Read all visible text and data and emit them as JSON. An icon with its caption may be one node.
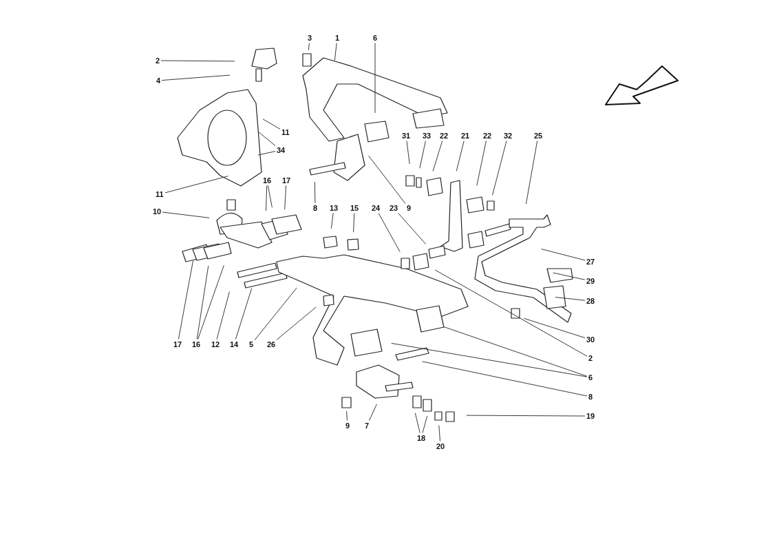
{
  "diagram": {
    "nodes": [
      {
        "text": [
          "2"
        ]
      },
      {
        "text": [
          "4"
        ]
      },
      {
        "text": [
          "3"
        ]
      },
      {
        "text": [
          "1"
        ]
      },
      {
        "text": [
          "6"
        ]
      },
      {
        "text": [
          "11"
        ]
      },
      {
        "text": [
          "34"
        ]
      },
      {
        "text": [
          "11"
        ]
      },
      {
        "text": [
          "16"
        ]
      },
      {
        "text": [
          "17"
        ]
      },
      {
        "text": [
          "10"
        ]
      },
      {
        "text": [
          "8"
        ]
      },
      {
        "text": [
          "13"
        ]
      },
      {
        "text": [
          "15"
        ]
      },
      {
        "text": [
          "24"
        ]
      },
      {
        "text": [
          "23"
        ]
      },
      {
        "text": [
          "9"
        ]
      },
      {
        "text": [
          "31"
        ]
      },
      {
        "text": [
          "33"
        ]
      },
      {
        "text": [
          "22"
        ]
      },
      {
        "text": [
          "21"
        ]
      },
      {
        "text": [
          "22"
        ]
      },
      {
        "text": [
          "32"
        ]
      },
      {
        "text": [
          "25"
        ]
      },
      {
        "text": [
          "27"
        ]
      },
      {
        "text": [
          "29"
        ]
      },
      {
        "text": [
          "28"
        ]
      },
      {
        "text": [
          "30"
        ]
      },
      {
        "text": [
          "2"
        ]
      },
      {
        "text": [
          "6"
        ]
      },
      {
        "text": [
          "8"
        ]
      },
      {
        "text": [
          "19"
        ]
      },
      {
        "text": [
          "17"
        ]
      },
      {
        "text": [
          "16"
        ]
      },
      {
        "text": [
          "12"
        ]
      },
      {
        "text": [
          "14"
        ]
      },
      {
        "text": [
          "5"
        ]
      },
      {
        "text": [
          "26"
        ]
      },
      {
        "text": [
          "9"
        ]
      },
      {
        "text": [
          "7"
        ]
      },
      {
        "text": [
          "18"
        ]
      },
      {
        "text": [
          "20"
        ]
      }
    ],
    "edges": [
      {
        "from": 0,
        "to": null,
        "arrow": "none"
      },
      {
        "from": 1,
        "to": null,
        "arrow": "none"
      },
      {
        "from": 2,
        "to": null,
        "arrow": "none"
      },
      {
        "from": 3,
        "to": null,
        "arrow": "none"
      },
      {
        "from": 4,
        "to": null,
        "arrow": "none"
      },
      {
        "from": 5,
        "to": null,
        "arrow": "none"
      },
      {
        "from": 6,
        "to": null,
        "arrow": "none"
      },
      {
        "from": 6,
        "to": null,
        "arrow": "none"
      },
      {
        "from": 7,
        "to": null,
        "arrow": "none"
      },
      {
        "from": 8,
        "to": null,
        "arrow": "none"
      },
      {
        "from": 8,
        "to": null,
        "arrow": "none"
      },
      {
        "from": 9,
        "to": null,
        "arrow": "none"
      },
      {
        "from": 10,
        "to": null,
        "arrow": "none"
      },
      {
        "from": 11,
        "to": null,
        "arrow": "none"
      },
      {
        "from": 12,
        "to": null,
        "arrow": "none"
      },
      {
        "from": 13,
        "to": null,
        "arrow": "none"
      },
      {
        "from": 14,
        "to": null,
        "arrow": "none"
      },
      {
        "from": 15,
        "to": null,
        "arrow": "none"
      },
      {
        "from": 16,
        "to": null,
        "arrow": "none"
      },
      {
        "from": 17,
        "to": null,
        "arrow": "none"
      },
      {
        "from": 18,
        "to": null,
        "arrow": "none"
      },
      {
        "from": 19,
        "to": null,
        "arrow": "none"
      },
      {
        "from": 20,
        "to": null,
        "arrow": "none"
      },
      {
        "from": 21,
        "to": null,
        "arrow": "none"
      },
      {
        "from": 22,
        "to": null,
        "arrow": "none"
      },
      {
        "from": 23,
        "to": null,
        "arrow": "none"
      },
      {
        "from": 24,
        "to": null,
        "arrow": "none"
      },
      {
        "from": 25,
        "to": null,
        "arrow": "none"
      },
      {
        "from": 26,
        "to": null,
        "arrow": "none"
      },
      {
        "from": 27,
        "to": null,
        "arrow": "none"
      },
      {
        "from": 28,
        "to": null,
        "arrow": "none"
      },
      {
        "from": 29,
        "to": null,
        "arrow": "none"
      },
      {
        "from": 29,
        "to": null,
        "arrow": "none"
      },
      {
        "from": 30,
        "to": null,
        "arrow": "none"
      },
      {
        "from": 31,
        "to": null,
        "arrow": "none"
      },
      {
        "from": 32,
        "to": null,
        "arrow": "none"
      },
      {
        "from": 33,
        "to": null,
        "arrow": "none"
      },
      {
        "from": 33,
        "to": null,
        "arrow": "none"
      },
      {
        "from": 34,
        "to": null,
        "arrow": "none"
      },
      {
        "from": 35,
        "to": null,
        "arrow": "none"
      },
      {
        "from": 36,
        "to": null,
        "arrow": "none"
      },
      {
        "from": 37,
        "to": null,
        "arrow": "none"
      },
      {
        "from": 38,
        "to": null,
        "arrow": "none"
      },
      {
        "from": 39,
        "to": null,
        "arrow": "none"
      },
      {
        "from": 40,
        "to": null,
        "arrow": "none"
      },
      {
        "from": 40,
        "to": null,
        "arrow": "none"
      },
      {
        "from": 41,
        "to": null,
        "arrow": "none"
      }
    ]
  }
}
